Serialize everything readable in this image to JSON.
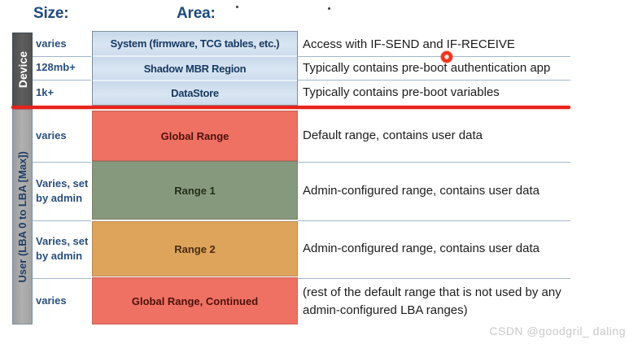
{
  "header": {
    "size_label": "Size:",
    "area_label": "Area:"
  },
  "side_labels": {
    "device": "Device",
    "user": "User (LBA 0 to LBA [Max])"
  },
  "device_rows": [
    {
      "size": "varies",
      "area": "System (firmware, TCG tables, etc.)",
      "desc": "Access with IF-SEND and IF-RECEIVE"
    },
    {
      "size": "128mb+",
      "area": "Shadow MBR Region",
      "desc": "Typically contains pre-boot authentication app"
    },
    {
      "size": "1k+",
      "area": "DataStore",
      "desc": "Typically contains pre-boot variables"
    }
  ],
  "user_rows": [
    {
      "size": "varies",
      "area": "Global Range",
      "desc": "Default range, contains user data"
    },
    {
      "size": "Varies, set by admin",
      "area": "Range 1",
      "desc": "Admin-configured range, contains user data"
    },
    {
      "size": "Varies, set by admin",
      "area": "Range 2",
      "desc": "Admin-configured range, contains user data"
    },
    {
      "size": "varies",
      "area": "Global Range, Continued",
      "desc": "(rest of the default range that is not used by any admin-configured LBA ranges)"
    }
  ],
  "colors": {
    "accent_navy": "#1d4b7c",
    "system_area_fill": "#cfddee",
    "global_range_fill": "#ef7164",
    "range1_fill": "#87997d",
    "range2_fill": "#dea45c",
    "device_bar_fill": "#565656",
    "user_bar_fill": "#a7a7a7",
    "red_separator": "#e8231a"
  },
  "cursor": {
    "pointer": "red-dot-pointer"
  },
  "watermark": "CSDN @goodgril_ daling"
}
